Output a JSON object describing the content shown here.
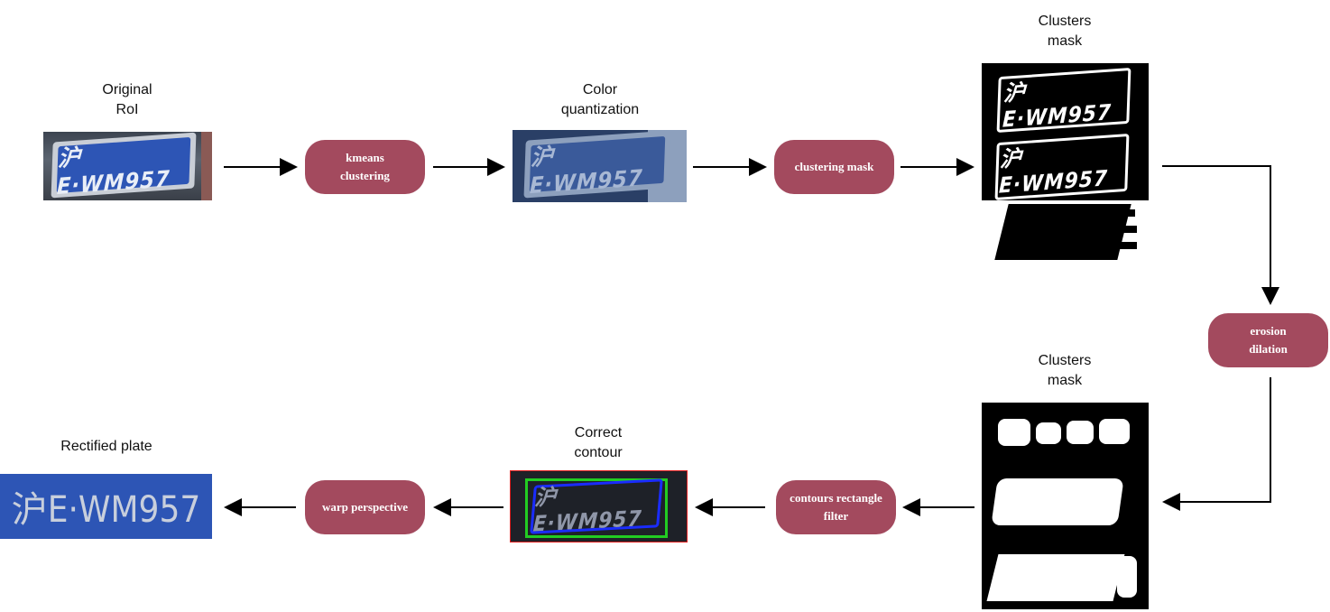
{
  "labels": {
    "original_roi": "Original\nRoI",
    "color_quantization": "Color\nquantization",
    "clusters_mask_top": "Clusters\nmask",
    "clusters_mask_bottom": "Clusters\nmask",
    "correct_contour": "Correct\ncontour",
    "rectified_plate": "Rectified plate"
  },
  "steps": {
    "kmeans": "kmeans\nclustering",
    "clustering_mask": "clustering mask",
    "erosion_dilation": "erosion\ndilation",
    "contours_filter": "contours rectangle\nfilter",
    "warp": "warp perspective"
  },
  "plate_text": "沪E·WM957",
  "colors": {
    "step_fill": "#a34a5e",
    "plate_blue": "#2d55b5",
    "quant_blue": "#3a5a9a",
    "contour_green": "#22cc22",
    "contour_blue": "#1a2cff",
    "contour_red": "#e02020"
  },
  "icons": [
    "arrow-right-icon",
    "arrow-down-icon",
    "arrow-left-icon"
  ]
}
